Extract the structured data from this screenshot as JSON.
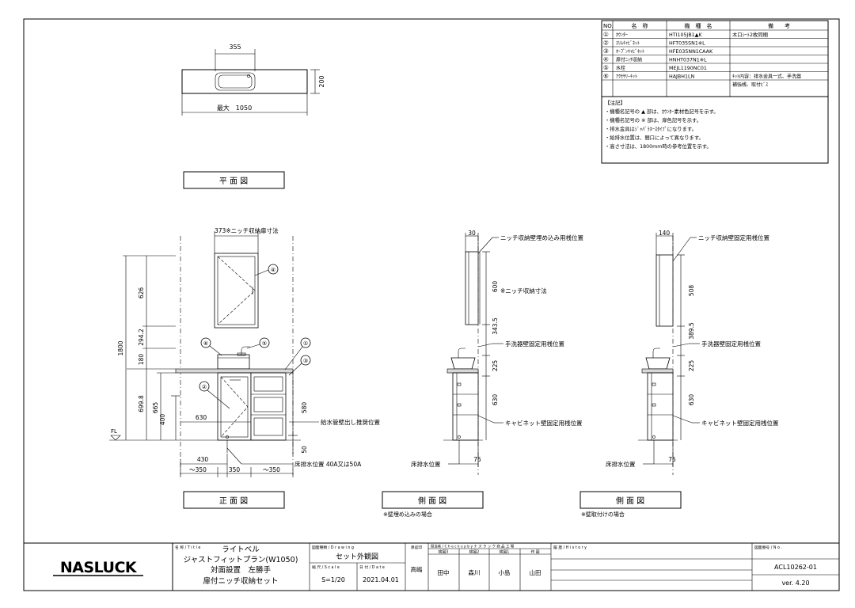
{
  "parts_table": {
    "headers": [
      "NO.",
      "名　称",
      "機　種　名",
      "備　　考"
    ],
    "rows": [
      {
        "no": "①",
        "name": "ｶｳﾝﾀｰ",
        "model": "HTI105JB1▲K",
        "note": "木口ｼｰﾄ2枚同梱"
      },
      {
        "no": "②",
        "name": "ｽﾘﾑｷｬﾋﾞﾈｯﾄ",
        "model": "HFT035SN1※L",
        "note": ""
      },
      {
        "no": "③",
        "name": "ｵｰﾌﾟﾝｷｬﾋﾞﾈｯﾄ",
        "model": "HFE035NN1CAAK",
        "note": ""
      },
      {
        "no": "④",
        "name": "扉付ﾆｯﾁ収納",
        "model": "HNHT037N1※L",
        "note": ""
      },
      {
        "no": "⑤",
        "name": "水栓",
        "model": "MEJL1190NC01",
        "note": ""
      },
      {
        "no": "⑥",
        "name": "ｱｸｾｻﾘｰｷｯﾄ",
        "model": "HAJBH1LN",
        "note": "ｷｯﾄ内容：排水金具一式、手洗器",
        "note2": "補強桟、取付ﾋﾞｽ"
      }
    ]
  },
  "notes": {
    "heading": "【注記】",
    "lines": [
      "・機種名記号の ▲ 部は、ｶｳﾝﾀｰ素材色記号を示す。",
      "・機種名記号の ※ 部は、扉色記号を示す。",
      "・排水金具はｼﾞｬﾊﾞﾗﾎｰｽﾀｲﾌﾟになります。",
      "・給排水位置は、間口によって異なります。",
      "・高さ寸法は、1800mm時の参考位置を示す。"
    ]
  },
  "plan": {
    "label": "平 面 図",
    "dim_top": "355",
    "dim_side": "200",
    "dim_bottom": "最大　1050"
  },
  "front": {
    "label": "正 面 図",
    "niche_dim": "373※ニッチ収納扉寸法",
    "heights": {
      "h626": "626",
      "h294": "294.2",
      "h180": "180",
      "h1800": "1800",
      "h699": "699.8",
      "h665": "665",
      "h400": "400"
    },
    "d630": "630",
    "d580": "580",
    "d50": "50",
    "fl": "FL",
    "water_supply": "給水管壁出し推奨位置",
    "floor_drain": "床排水位置 40A又は50A",
    "b430": "430",
    "b350a": "～350",
    "b350": "350",
    "b350b": "～350",
    "callouts": [
      "①",
      "②",
      "③",
      "④",
      "⑤",
      "⑥"
    ]
  },
  "side1": {
    "label": "側 面 図",
    "sub": "※壁埋め込みの場合",
    "d30": "30",
    "niche_stud": "ニッチ収納壁埋め込み用桟位置",
    "d600": "600",
    "niche_dim": "※ニッチ収納寸法",
    "d343": "343.5",
    "basin_stud": "手洗器壁固定用桟位置",
    "d225": "225",
    "d630": "630",
    "cab_stud": "キャビネット壁固定用桟位置",
    "floor_drain": "床排水位置",
    "d75": "75"
  },
  "side2": {
    "label": "側 面 図",
    "sub": "※壁取付けの場合",
    "d140": "140",
    "niche_stud": "ニッチ収納壁固定用桟位置",
    "d508": "508",
    "d389": "389.5",
    "basin_stud": "手洗器壁固定用桟位置",
    "d225": "225",
    "d630": "630",
    "cab_stud": "キャビネット壁固定用桟位置",
    "floor_drain": "床排水位置",
    "d75": "75"
  },
  "title_block": {
    "logo": "NASLUCK",
    "title_caption": "名 称 / T i t l e",
    "title_l1": "ライトベル",
    "title_l2": "ジャストフィットプラン(W1050)",
    "title_l3": "対面設置　左勝手",
    "title_l4": "扉付ニッチ収納セット",
    "drawing_caption": "図面種類 / D r a w i n g",
    "drawing": "セット外観図",
    "scale_caption": "縮 尺 / S c a l e",
    "scale": "S=1/20",
    "date_caption": "日 付 / D a t e",
    "date": "2021.04.01",
    "approve_caption": "承認印",
    "approve": "高嶋",
    "check_caption": "担当者 / C h e c k   u p   b y   ナ ス ラ ッ ク 商 品 工 場",
    "check_roles": [
      "検図3",
      "検図2",
      "検図1",
      "作 図"
    ],
    "check_names": [
      "田中",
      "森川",
      "小島",
      "山田"
    ],
    "history_caption": "履 歴 / H i s t o r y",
    "number_caption": "図面番号 / N o .",
    "number": "ACL10262-01",
    "version": "ver. 4.20"
  }
}
